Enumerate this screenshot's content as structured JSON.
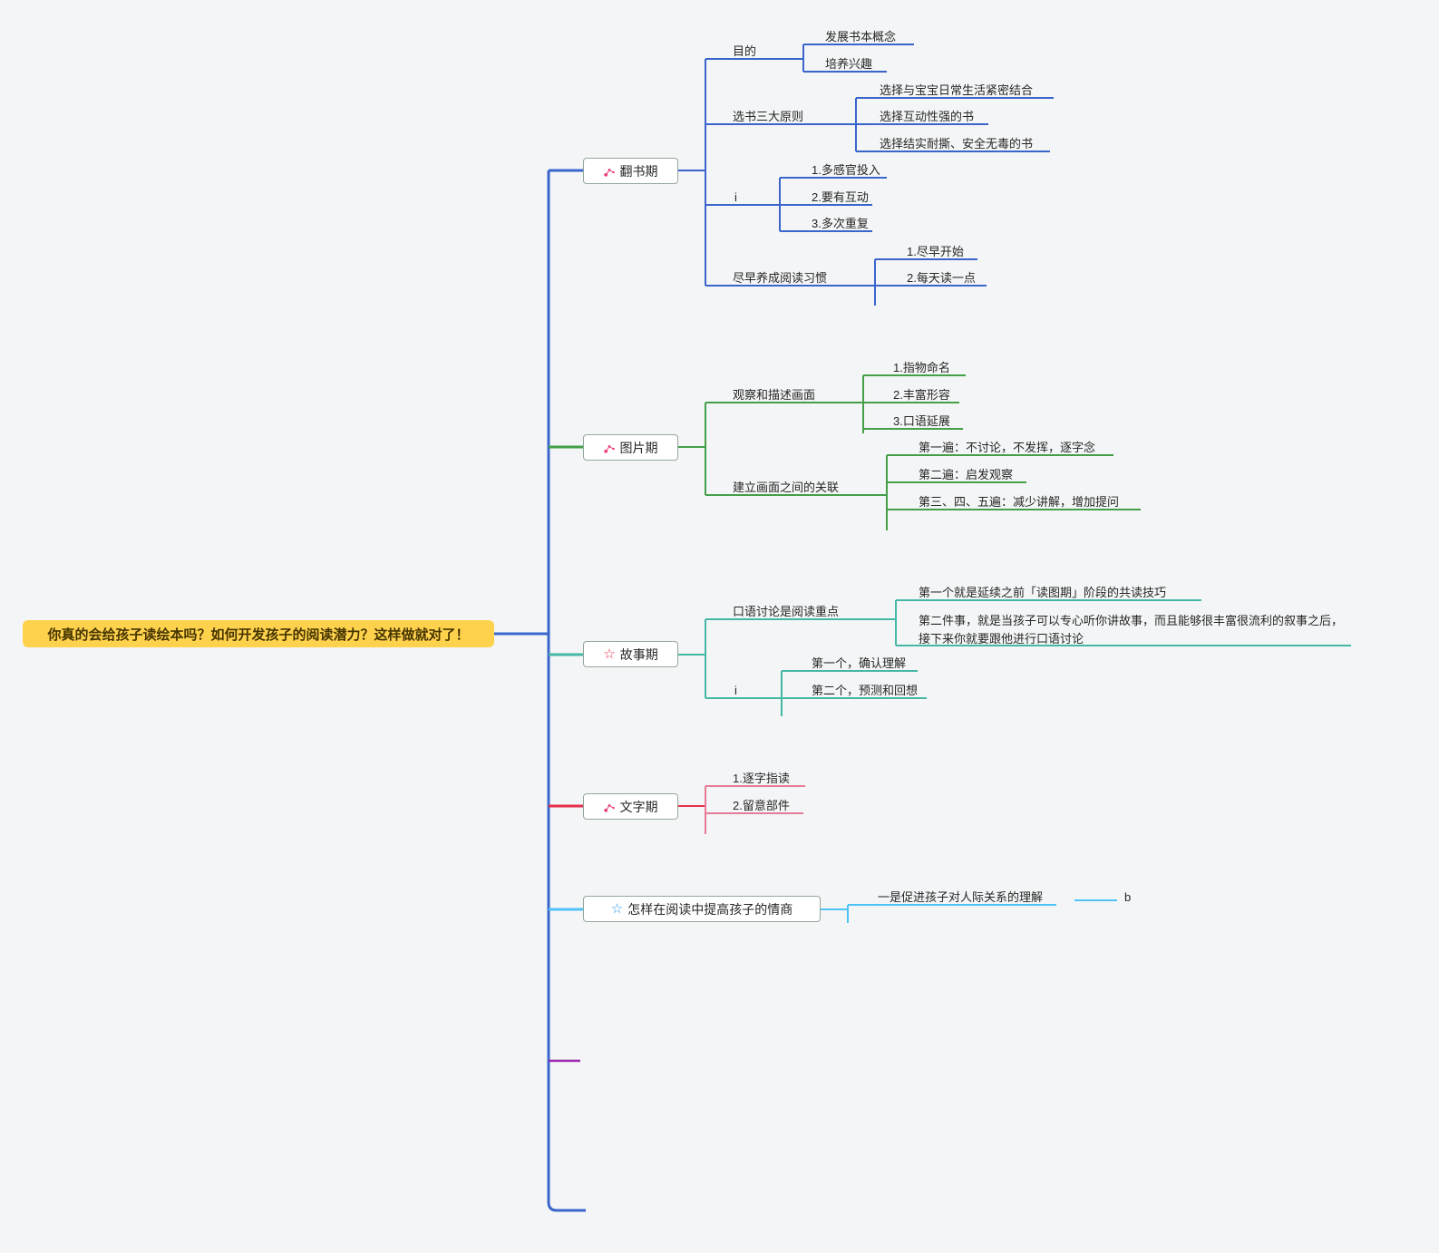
{
  "root": {
    "label": "你真的会给孩子读绘本吗？如何开发孩子的阅读潜力？这样做就对了！"
  },
  "flip": {
    "label": "翻书期",
    "purpose": {
      "label": "目的",
      "items": [
        "发展书本概念",
        "培养兴趣"
      ]
    },
    "principles": {
      "label": "选书三大原则",
      "items": [
        "选择与宝宝日常生活紧密结合",
        "选择互动性强的书",
        "选择结实耐撕、安全无毒的书"
      ]
    },
    "tips": {
      "label": "i",
      "items": [
        "1.多感官投入",
        "2.要有互动",
        "3.多次重复"
      ]
    },
    "habit": {
      "label": "尽早养成阅读习惯",
      "items": [
        "1.尽早开始",
        "2.每天读一点"
      ]
    }
  },
  "picture": {
    "label": "图片期",
    "observe": {
      "label": "观察和描述画面",
      "items": [
        "1.指物命名",
        "2.丰富形容",
        "3.口语延展"
      ]
    },
    "connect": {
      "label": "建立画面之间的关联",
      "items": [
        "第一遍：不讨论，不发挥，逐字念",
        "第二遍：启发观察",
        "第三、四、五遍：减少讲解，增加提问"
      ]
    }
  },
  "story": {
    "label": "故事期",
    "discussion": {
      "label": "口语讨论是阅读重点",
      "items": [
        "第一个就是延续之前「读图期」阶段的共读技巧",
        "第二件事，就是当孩子可以专心听你讲故事，而且能够很丰富很流利的叙事之后，接下来你就要跟他进行口语讨论"
      ]
    },
    "methods": {
      "label": "i",
      "items": [
        "第一个，确认理解",
        "第二个，预测和回想"
      ]
    }
  },
  "text_stage": {
    "label": "文字期",
    "items": [
      "1.逐字指读",
      "2.留意部件"
    ]
  },
  "eq": {
    "label": "怎样在阅读中提高孩子的情商",
    "relation": {
      "label": "一是促进孩子对人际关系的理解",
      "items": [
        "b"
      ]
    }
  },
  "colors": {
    "background": "#f4f5f6",
    "root_bg": "#ffd24d",
    "trunk_blue": "#3a66cc",
    "green": "#43a047",
    "teal": "#45b8a5",
    "red": "#e5304c",
    "pink": "#e87a96",
    "cyan": "#4fc3f7",
    "purple": "#9b27af",
    "icon_pink": "#ec407a",
    "box_border": "#94a79c"
  }
}
